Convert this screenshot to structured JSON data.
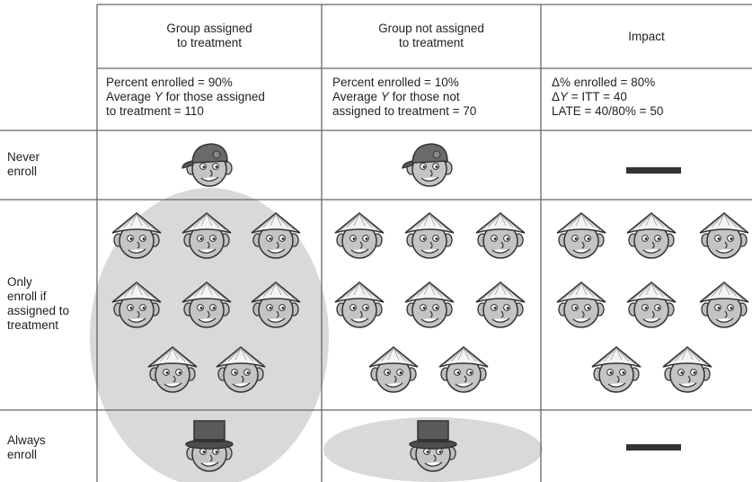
{
  "headers": {
    "treated": [
      "Group assigned",
      "to treatment"
    ],
    "control": [
      "Group not assigned",
      "to treatment"
    ],
    "impact": "Impact"
  },
  "stats": {
    "treated": [
      "Percent enrolled = 90%",
      "Average Y for those assigned",
      "to treatment = 110"
    ],
    "control": [
      "Percent enrolled = 10%",
      "Average Y for those not",
      "assigned to treatment = 70"
    ],
    "impact": [
      "Δ% enrolled = 80%",
      "ΔY = ITT = 40",
      "LATE = 40/80% = 50"
    ]
  },
  "rows": {
    "never": [
      "Never",
      "enroll"
    ],
    "only": [
      "Only",
      "enroll if",
      "assigned to",
      "treatment"
    ],
    "always": [
      "Always",
      "enroll"
    ]
  },
  "icons": {
    "never": "face-with-cap-icon",
    "only": "face-with-conical-hat-icon",
    "always": "face-with-top-hat-icon",
    "dash": "dash-icon"
  },
  "counts": {
    "never_per_group": 1,
    "only_per_group": 8,
    "always_per_group": 1
  },
  "colors": {
    "shade": "#d9d9d9",
    "lines": "#666666",
    "skin": "#bfbfbf",
    "cap": "#6a6a6a",
    "hat": "#5a5a5a",
    "cone": "#f4f4f4",
    "dash": "#333333"
  }
}
